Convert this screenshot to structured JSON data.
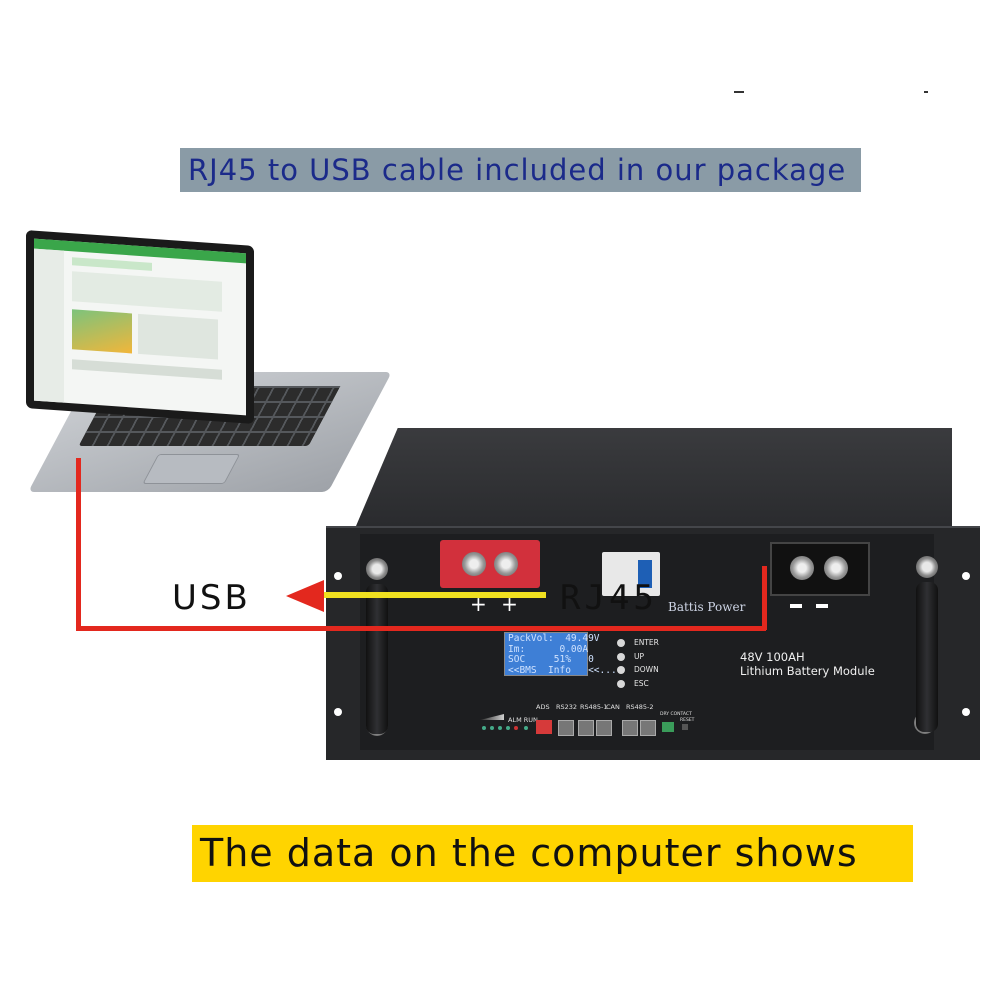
{
  "banners": {
    "top": "RJ45 to USB cable included in our package",
    "bottom": "The data on the computer shows"
  },
  "labels": {
    "usb": "USB",
    "rj45": "RJ45",
    "plus": "+ +"
  },
  "battery": {
    "brand": "Battis Power",
    "model_line1": "48V 100AH",
    "model_line2": "Lithium Battery Module",
    "lcd_lines": [
      "PackVol:  49.49V",
      "Im:      0.00A",
      "SOC     51%   0",
      "<<BMS  Info   <<..."
    ],
    "buttons": [
      "ENTER",
      "UP",
      "DOWN",
      "ESC"
    ],
    "ports": {
      "ads": "ADS",
      "rs232": "RS232",
      "rs485_1": "RS485-1",
      "can": "CAN",
      "rs485_2": "RS485-2",
      "alm_run": "ALM RUN",
      "dry_contact": "DRY CONTACT",
      "reset": "RESET"
    }
  },
  "colors": {
    "banner_top_bg": "#8a9ba6",
    "banner_top_text": "#1b2a8a",
    "banner_bottom_bg": "#ffd400",
    "cable_red": "#e3281e",
    "cable_yellow": "#f0e020",
    "lcd_blue": "#3e7fd6"
  }
}
